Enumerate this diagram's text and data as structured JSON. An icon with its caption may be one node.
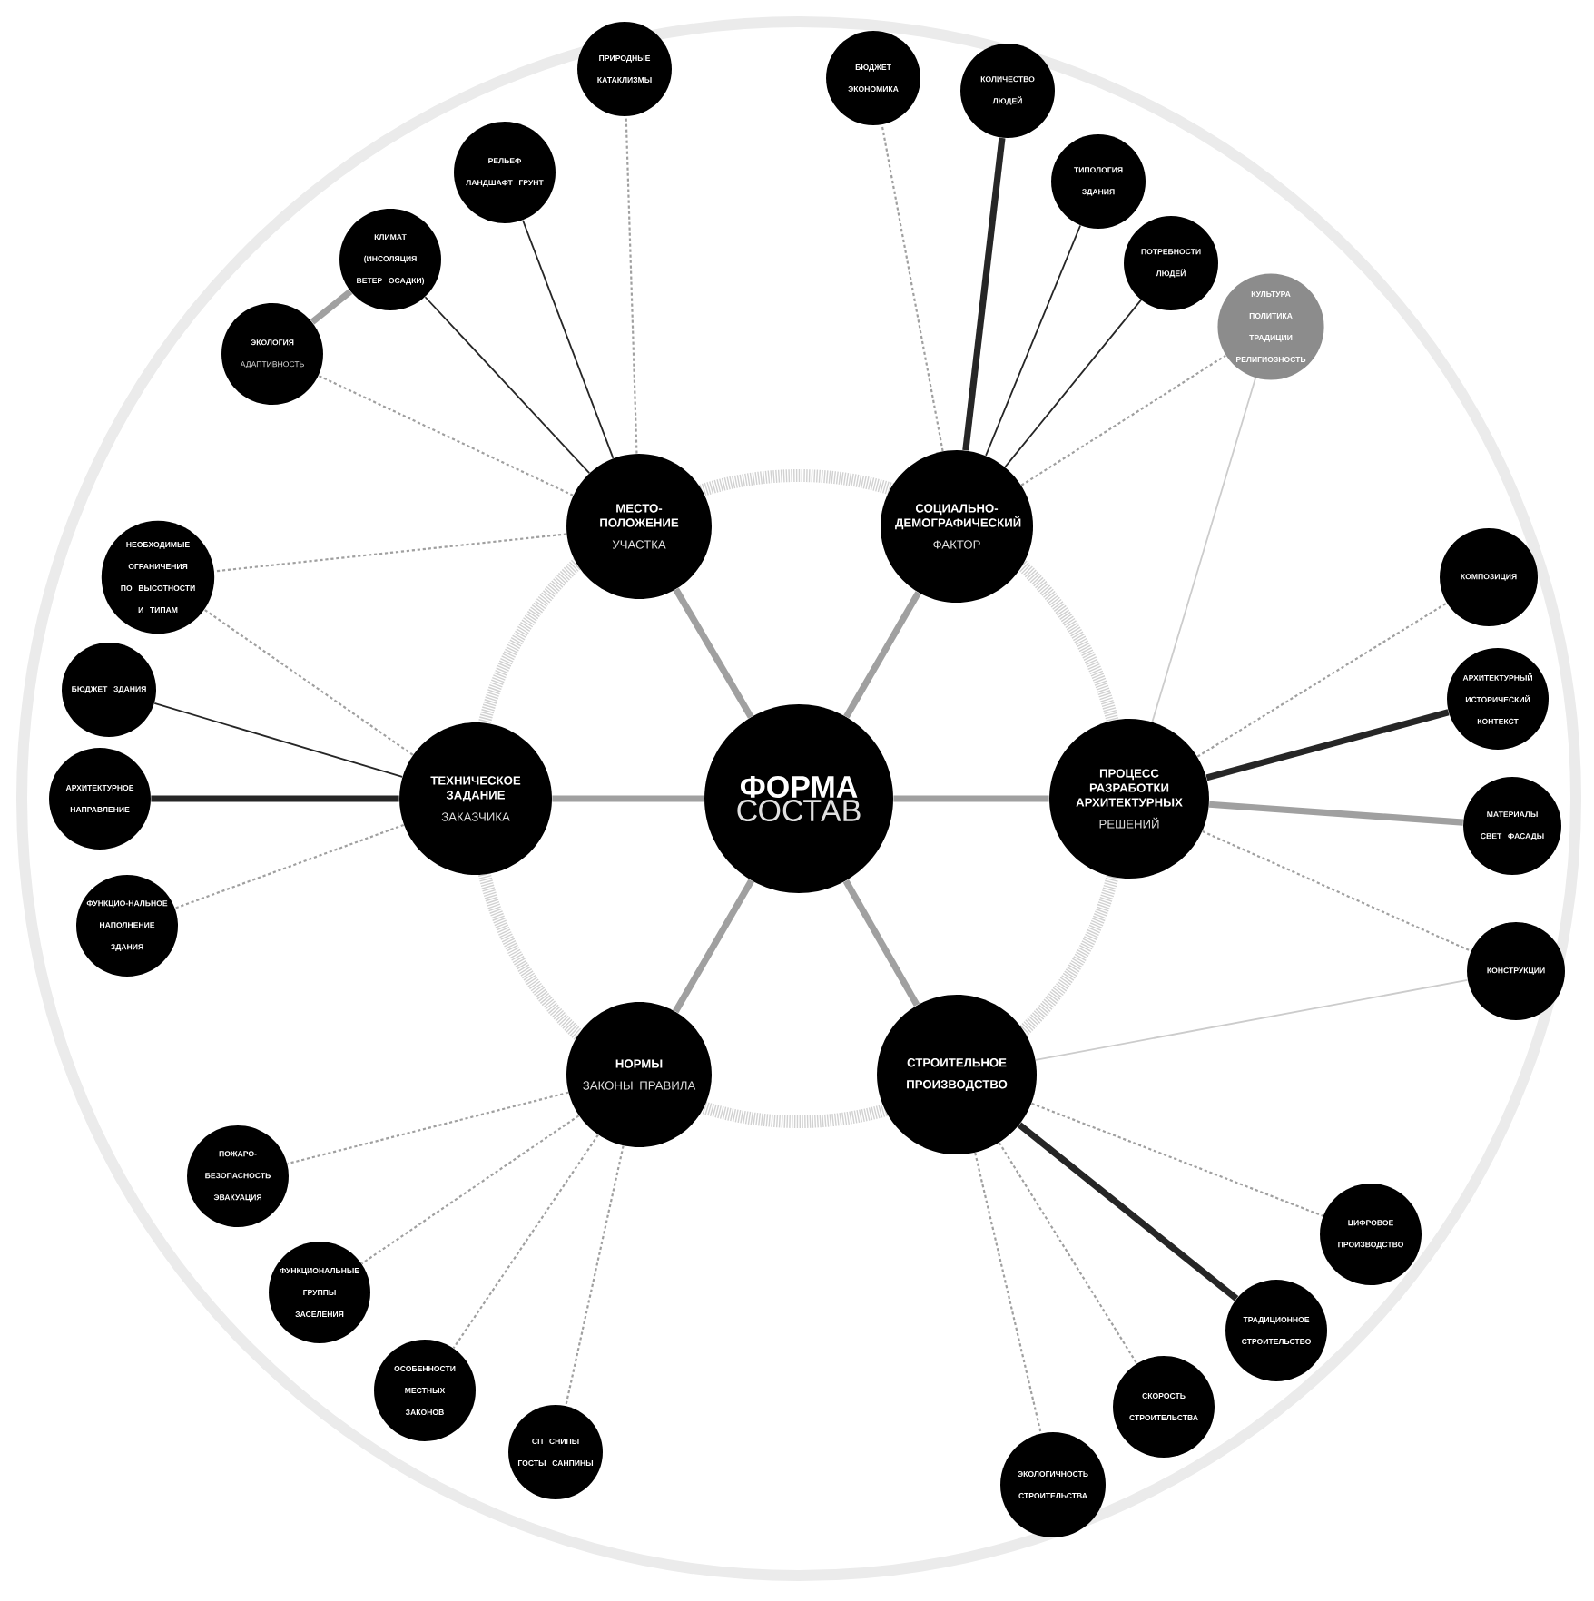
{
  "diagram": {
    "nodes": [
      {
        "text": [
          "ФОРМА",
          "СОСТАВ"
        ]
      },
      {
        "text": [
          "МЕСТО-ПОЛОЖЕНИЕ",
          "УЧАСТКА"
        ]
      },
      {
        "text": [
          "ЭКОЛОГИЯ",
          "АДАПТИВНОСТЬ"
        ]
      },
      {
        "text": [
          "КЛИМАТ (ИНСОЛЯЦИЯ ВЕТЕР ОСАДКИ)"
        ]
      },
      {
        "text": [
          "РЕЛЬЕФ ЛАНДШАФТ ГРУНТ"
        ]
      },
      {
        "text": [
          "ПРИРОДНЫЕ КАТАКЛИЗМЫ"
        ]
      },
      {
        "text": [
          "СОЦИАЛЬНО-ДЕМОГРАФИЧЕСКИЙ",
          "ФАКТОР"
        ]
      },
      {
        "text": [
          "БЮДЖЕТ ЭКОНОМИКА"
        ]
      },
      {
        "text": [
          "КОЛИЧЕСТВО ЛЮДЕЙ"
        ]
      },
      {
        "text": [
          "ТИПОЛОГИЯ ЗДАНИЯ"
        ]
      },
      {
        "text": [
          "ПОТРЕБНОСТИ ЛЮДЕЙ"
        ]
      },
      {
        "text": [
          "КУЛЬТУРА ПОЛИТИКА ТРАДИЦИИ РЕЛИГИОЗНОСТЬ"
        ]
      },
      {
        "text": [
          "ТЕХНИЧЕСКОЕ ЗАДАНИЕ",
          "ЗАКАЗЧИКА"
        ]
      },
      {
        "text": [
          "НЕОБХОДИМЫЕ ОГРАНИЧЕНИЯ ПО ВЫСОТНОСТИ И ТИПАМ"
        ]
      },
      {
        "text": [
          "БЮДЖЕТ ЗДАНИЯ"
        ]
      },
      {
        "text": [
          "АРХИТЕКТУРНОЕ НАПРАВЛЕНИЕ"
        ]
      },
      {
        "text": [
          "ФУНКЦИО-НАЛЬНОЕ НАПОЛНЕНИЕ ЗДАНИЯ"
        ]
      },
      {
        "text": [
          "ПРОЦЕСС РАЗРАБОТКИ АРХИТЕКТУРНЫХ",
          "РЕШЕНИЙ"
        ]
      },
      {
        "text": [
          "КОМПОЗИЦИЯ"
        ]
      },
      {
        "text": [
          "АРХИТЕКТУРНЫЙ ИСТОРИЧЕСКИЙ КОНТЕКСТ"
        ]
      },
      {
        "text": [
          "МАТЕРИАЛЫ СВЕТ ФАСАДЫ"
        ]
      },
      {
        "text": [
          "КОНСТРУКЦИИ"
        ]
      },
      {
        "text": [
          "НОРМЫ",
          "ЗАКОНЫ ПРАВИЛА"
        ]
      },
      {
        "text": [
          "ПОЖАРО-БЕЗОПАСНОСТЬ ЭВАКУАЦИЯ"
        ]
      },
      {
        "text": [
          "ФУНКЦИОНАЛЬНЫЕ ГРУППЫ ЗАСЕЛЕНИЯ"
        ]
      },
      {
        "text": [
          "ОСОБЕННОСТИ МЕСТНЫХ ЗАКОНОВ"
        ]
      },
      {
        "text": [
          "СП СНИПЫ ГОСТЫ САНПИНЫ"
        ]
      },
      {
        "text": [
          "СТРОИТЕЛЬНОЕ ПРОИЗВОДСТВО"
        ]
      },
      {
        "text": [
          "ЦИФРОВОЕ ПРОИЗВОДСТВО"
        ]
      },
      {
        "text": [
          "ТРАДИЦИОННОЕ СТРОИТЕЛЬСТВО"
        ]
      },
      {
        "text": [
          "СКОРОСТЬ СТРОИТЕЛЬСТВА"
        ]
      },
      {
        "text": [
          "ЭКОЛОГИЧНОСТЬ СТРОИТЕЛЬСТВА"
        ]
      }
    ],
    "edges": [
      {
        "from": 0,
        "to": 1,
        "arrow": "none",
        "style": "thick"
      },
      {
        "from": 0,
        "to": 6,
        "arrow": "none",
        "style": "thick"
      },
      {
        "from": 0,
        "to": 12,
        "arrow": "none",
        "style": "thick"
      },
      {
        "from": 0,
        "to": 17,
        "arrow": "none",
        "style": "thick"
      },
      {
        "from": 0,
        "to": 22,
        "arrow": "none",
        "style": "thick"
      },
      {
        "from": 0,
        "to": 27,
        "arrow": "none",
        "style": "thick"
      },
      {
        "from": 1,
        "to": 2,
        "arrow": "none",
        "style": "dashed"
      },
      {
        "from": 1,
        "to": 3,
        "arrow": "none",
        "color": "#262626"
      },
      {
        "from": 1,
        "to": 4,
        "arrow": "none",
        "color": "#262626"
      },
      {
        "from": 1,
        "to": 5,
        "arrow": "none",
        "style": "dashed"
      },
      {
        "from": 2,
        "to": 3,
        "arrow": "none",
        "style": "thick"
      },
      {
        "from": 6,
        "to": 7,
        "arrow": "none",
        "style": "dashed"
      },
      {
        "from": 6,
        "to": 8,
        "arrow": "none",
        "style": "thick",
        "color": "#262626"
      },
      {
        "from": 6,
        "to": 9,
        "arrow": "none",
        "color": "#262626"
      },
      {
        "from": 6,
        "to": 10,
        "arrow": "none",
        "color": "#262626"
      },
      {
        "from": 6,
        "to": 11,
        "arrow": "none",
        "style": "dashed"
      },
      {
        "from": 11,
        "to": 17,
        "arrow": "none",
        "color": "#cccccc"
      },
      {
        "from": 12,
        "to": 13,
        "arrow": "none",
        "style": "dashed"
      },
      {
        "from": 1,
        "to": 13,
        "arrow": "none",
        "style": "dashed"
      },
      {
        "from": 12,
        "to": 14,
        "arrow": "none",
        "color": "#262626"
      },
      {
        "from": 12,
        "to": 15,
        "arrow": "none",
        "style": "thick",
        "color": "#262626"
      },
      {
        "from": 12,
        "to": 16,
        "arrow": "none",
        "style": "dashed"
      },
      {
        "from": 17,
        "to": 18,
        "arrow": "none",
        "style": "dashed"
      },
      {
        "from": 17,
        "to": 19,
        "arrow": "none",
        "style": "thick",
        "color": "#262626"
      },
      {
        "from": 17,
        "to": 20,
        "arrow": "none",
        "style": "thick"
      },
      {
        "from": 17,
        "to": 21,
        "arrow": "none",
        "style": "dashed"
      },
      {
        "from": 21,
        "to": 27,
        "arrow": "none",
        "color": "#cccccc"
      },
      {
        "from": 22,
        "to": 23,
        "arrow": "none",
        "style": "dashed"
      },
      {
        "from": 22,
        "to": 24,
        "arrow": "none",
        "style": "dashed"
      },
      {
        "from": 22,
        "to": 25,
        "arrow": "none",
        "style": "dashed"
      },
      {
        "from": 22,
        "to": 26,
        "arrow": "none",
        "style": "dashed"
      },
      {
        "from": 27,
        "to": 28,
        "arrow": "none",
        "style": "dashed"
      },
      {
        "from": 27,
        "to": 29,
        "arrow": "none",
        "style": "thick",
        "color": "#262626"
      },
      {
        "from": 27,
        "to": 30,
        "arrow": "none",
        "style": "dashed"
      },
      {
        "from": 27,
        "to": 31,
        "arrow": "none",
        "style": "dashed"
      }
    ]
  }
}
